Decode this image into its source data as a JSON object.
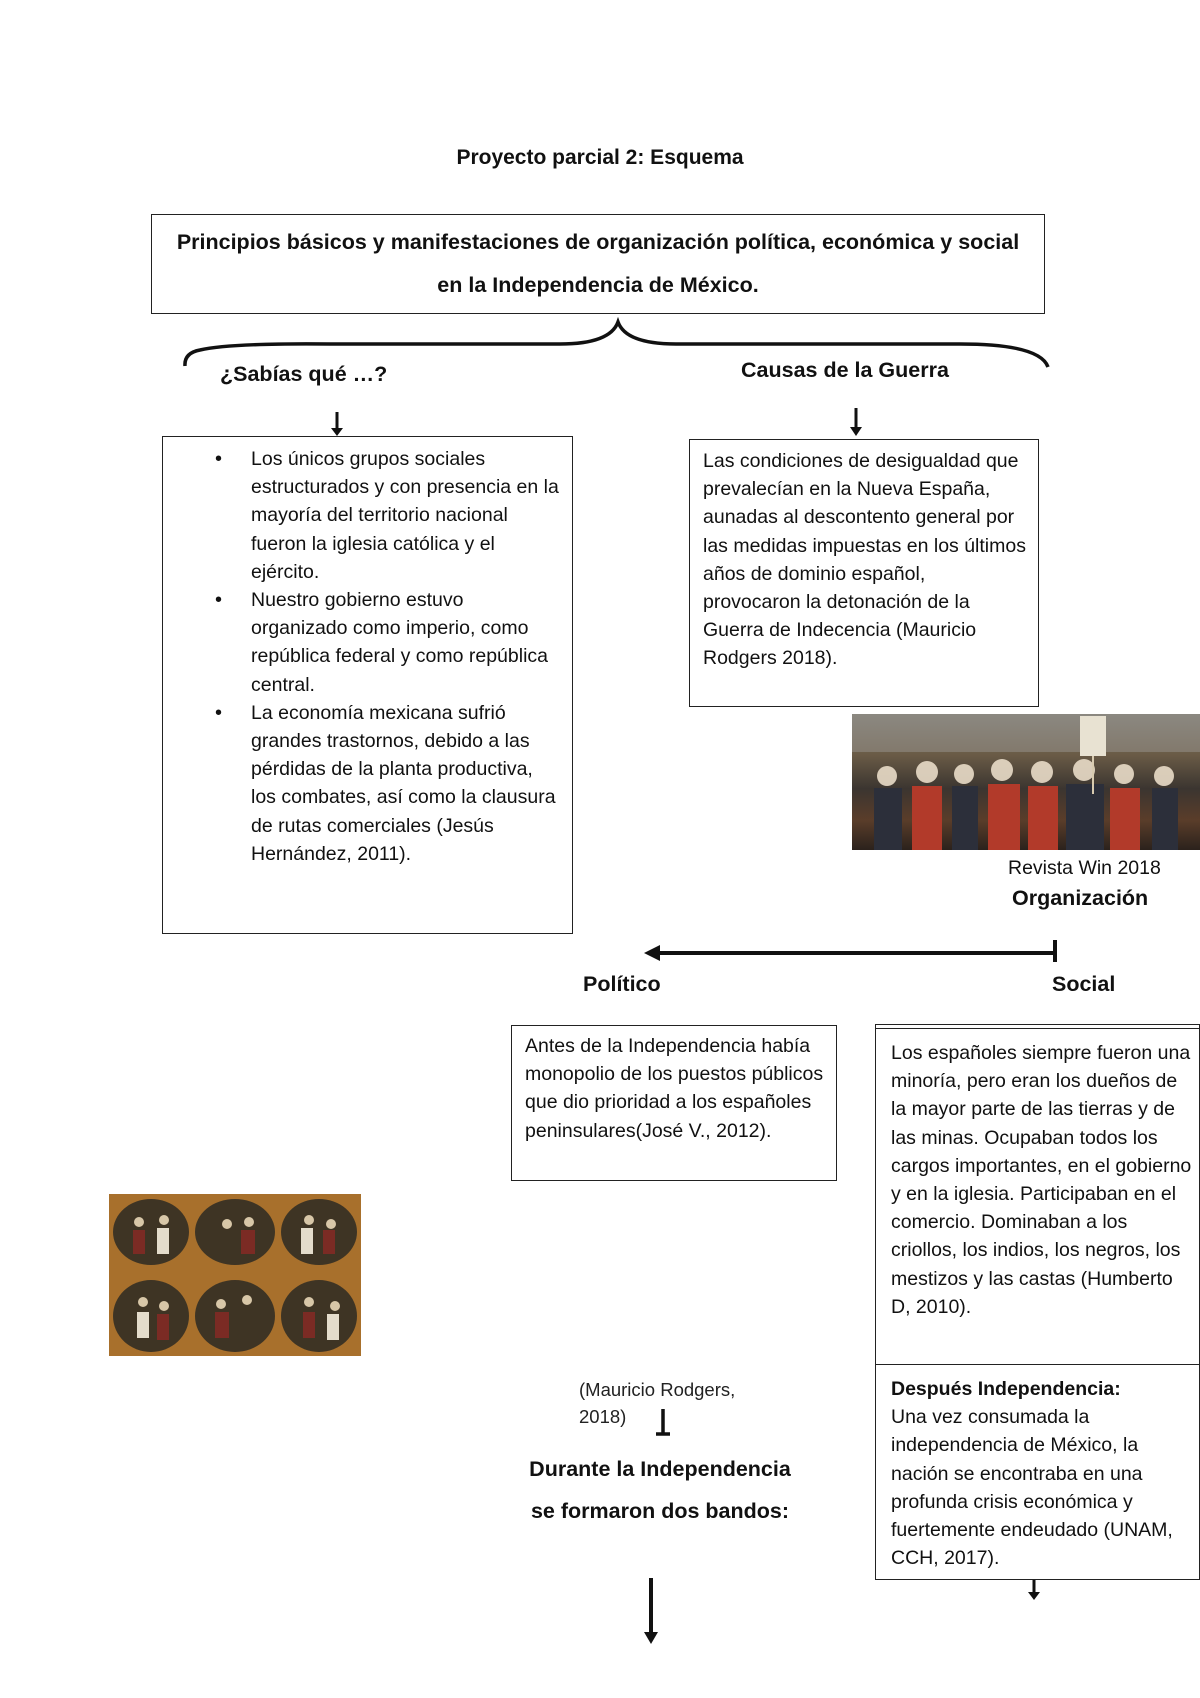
{
  "document": {
    "title": "Proyecto parcial 2: Esquema",
    "main_topic": "Principios básicos y manifestaciones de organización política, económica y social en la Independencia de México.",
    "sabias": {
      "heading": "¿Sabías qué …?",
      "items": [
        "Los únicos grupos sociales estructurados y con presencia en la mayoría del territorio nacional fueron la iglesia católica y el ejército.",
        "Nuestro gobierno estuvo organizado como imperio, como república federal y como república central.",
        "La economía mexicana sufrió grandes trastornos, debido a las pérdidas de la planta productiva, los combates, así como la clausura de rutas comerciales (Jesús Hernández, 2011)."
      ]
    },
    "causas": {
      "heading": "Causas de la Guerra",
      "text": "Las condiciones de desigualdad que prevalecían en la Nueva España, aunadas al descontento general por las medidas impuestas en los últimos años de dominio español, provocaron la detonación de la Guerra de Indecencia (Mauricio Rodgers 2018)."
    },
    "image_caption": "Revista Win 2018",
    "organizacion": {
      "heading": "Organización",
      "politico": {
        "heading": "Político",
        "text": "Antes de la Independencia había monopolio de los puestos públicos que dio prioridad a los españoles peninsulares(José V., 2012)."
      },
      "social": {
        "heading": "Social",
        "text": "Los españoles siempre fueron una minoría, pero eran los dueños de la mayor parte de las tierras y de las minas. Ocupaban todos los cargos importantes, en el gobierno y en la iglesia. Participaban en el comercio. Dominaban a los criollos, los indios, los negros, los mestizos y las castas (Humberto D, 2010).",
        "after_label": "Después Independencia:",
        "after_text": "Una vez consumada la independencia de México, la nación se encontraba en una profunda crisis económica y fuertemente endeudado (UNAM, CCH, 2017)."
      }
    },
    "citation_rodgers": "(Mauricio Rodgers, 2018)",
    "durante": "Durante la Independencia se formaron dos bandos:"
  }
}
